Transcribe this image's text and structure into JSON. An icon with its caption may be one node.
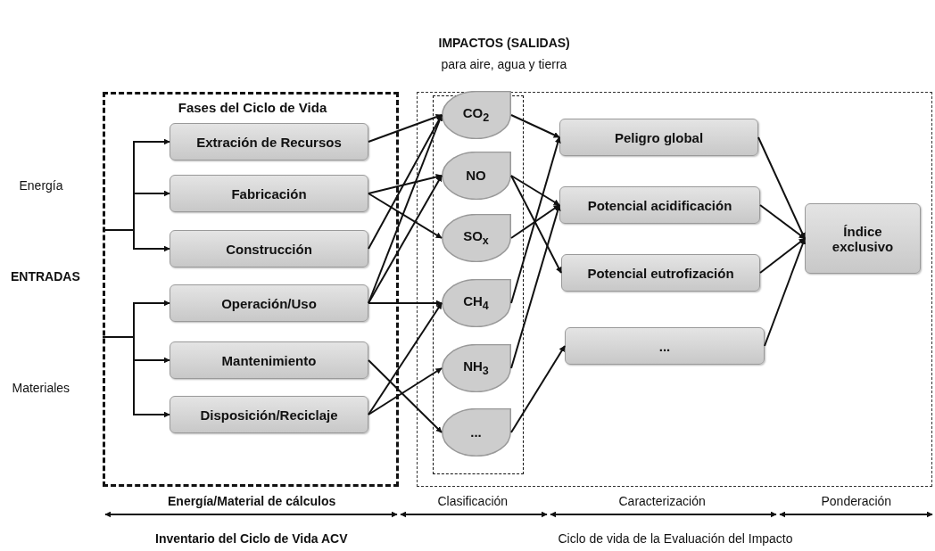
{
  "diagram": {
    "nodes": [
      {
        "text": [
          "Fases del Ciclo de Vida"
        ]
      },
      {
        "text": [
          "Extración de Recursos"
        ],
        "in": 0
      },
      {
        "text": [
          "Fabricación"
        ],
        "in": 0
      },
      {
        "text": [
          "Construcción"
        ],
        "in": 0
      },
      {
        "text": [
          "Operación/Uso"
        ],
        "in": 0
      },
      {
        "text": [
          "Mantenimiento"
        ],
        "in": 0
      },
      {
        "text": [
          "Disposición/Reciclaje"
        ],
        "in": 0
      },
      {
        "text": [],
        "shape": "box"
      },
      {
        "text": [],
        "shape": "box",
        "in": 7
      },
      {
        "text": [
          "CO$_{2}$"
        ],
        "in": 8
      },
      {
        "text": [
          "NO"
        ],
        "in": 8
      },
      {
        "text": [
          "SO$_{x}$"
        ],
        "in": 8
      },
      {
        "text": [
          "CH$_{4}$"
        ],
        "in": 8
      },
      {
        "text": [
          "NH$_{3}$"
        ],
        "in": 8
      },
      {
        "text": [
          "..."
        ],
        "in": 8
      },
      {
        "text": [
          "Peligro global"
        ],
        "in": 7
      },
      {
        "text": [
          "Potencial acidificación"
        ],
        "in": 7
      },
      {
        "text": [
          "Potencial eutrofización"
        ],
        "in": 7
      },
      {
        "text": [
          "..."
        ],
        "in": 7
      },
      {
        "text": [
          "Índice exclusivo"
        ],
        "in": 7
      }
    ],
    "edges": [
      {
        "from": null,
        "to": 1,
        "arrow": "to"
      },
      {
        "from": null,
        "to": 2,
        "arrow": "to"
      },
      {
        "from": null,
        "to": 3,
        "arrow": "to"
      },
      {
        "from": null,
        "to": 4,
        "arrow": "to"
      },
      {
        "from": null,
        "to": 5,
        "arrow": "to"
      },
      {
        "from": null,
        "to": 6,
        "arrow": "to"
      },
      {
        "from": 1,
        "to": 9,
        "arrow": "to"
      },
      {
        "from": 2,
        "to": 10,
        "arrow": "to"
      },
      {
        "from": 2,
        "to": 11,
        "arrow": "to"
      },
      {
        "from": 3,
        "to": 9,
        "arrow": "to"
      },
      {
        "from": 4,
        "to": 9,
        "arrow": "to"
      },
      {
        "from": 4,
        "to": 10,
        "arrow": "to"
      },
      {
        "from": 4,
        "to": 12,
        "arrow": "to"
      },
      {
        "from": 5,
        "to": 14,
        "arrow": "to"
      },
      {
        "from": 6,
        "to": 12,
        "arrow": "to"
      },
      {
        "from": 6,
        "to": 13,
        "arrow": "to"
      },
      {
        "from": 9,
        "to": 15,
        "arrow": "to"
      },
      {
        "from": 10,
        "to": 16,
        "arrow": "to"
      },
      {
        "from": 10,
        "to": 17,
        "arrow": "to"
      },
      {
        "from": 11,
        "to": 16,
        "arrow": "to"
      },
      {
        "from": 12,
        "to": 15,
        "arrow": "to"
      },
      {
        "from": 13,
        "to": 16,
        "arrow": "to"
      },
      {
        "from": 14,
        "to": 18,
        "arrow": "to"
      },
      {
        "from": 15,
        "to": 19,
        "arrow": "to"
      },
      {
        "from": 16,
        "to": 19,
        "arrow": "to"
      },
      {
        "from": 17,
        "to": 19,
        "arrow": "to"
      },
      {
        "from": 18,
        "to": 19,
        "arrow": "to"
      }
    ],
    "labels": [
      "IMPACTOS (SALIDAS)",
      "para aire, agua y tierra",
      "Energía",
      "ENTRADAS",
      "Materiales",
      "Energía/Material de cálculos",
      "Clasificación",
      "Caracterización",
      "Ponderación",
      "Inventario del Ciclo de Vida ACV",
      "Ciclo de vida de la Evaluación del Impacto"
    ]
  }
}
